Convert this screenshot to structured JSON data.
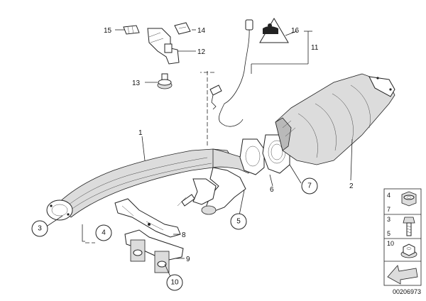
{
  "callouts": {
    "c1": "1",
    "c2": "2",
    "c3": "3",
    "c4": "4",
    "c5": "5",
    "c6": "6",
    "c7": "7",
    "c8": "8",
    "c9": "9",
    "c10": "10",
    "c11": "11",
    "c12": "12",
    "c13": "13",
    "c14": "14",
    "c15": "15",
    "c16": "16"
  },
  "legend": {
    "l4": "4",
    "l7": "7",
    "l3": "3",
    "l5": "5",
    "l10": "10"
  },
  "doc_number": "00206973",
  "colors": {
    "line": "#222222",
    "shade": "#dcdcdc",
    "dark_shade": "#b9b9b9",
    "background": "#ffffff"
  }
}
